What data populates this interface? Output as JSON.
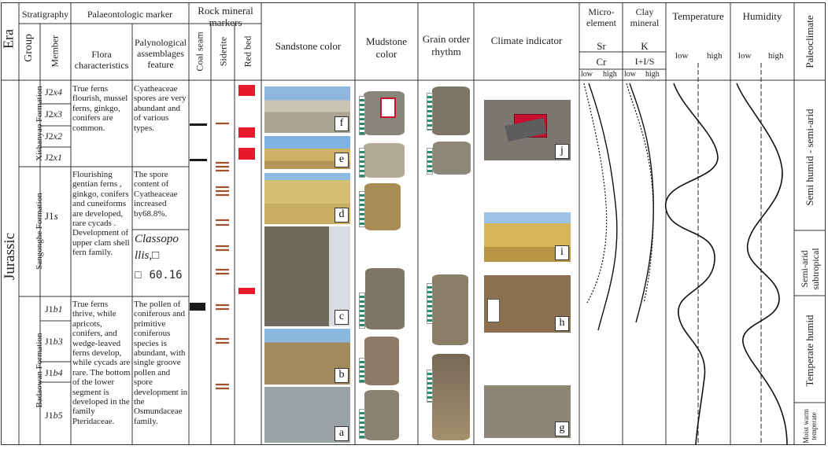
{
  "headers": {
    "era": "Era",
    "stratigraphy": "Stratigraphy",
    "group": "Group",
    "member": "Member",
    "palaeontologic_marker": "Palaeontologic marker",
    "flora": "Flora characteristics",
    "palynological": "Palynological assemblages feature",
    "rock_mineral_markers": "Rock mineral markers",
    "coal_seam": "Coal seam",
    "siderite": "Siderite",
    "red_bed": "Red bed",
    "sandstone_color": "Sandstone color",
    "mudstone_color": "Mudstone color",
    "grain_order": "Grain order rhythm",
    "climate_indicator": "Climate indicator",
    "microelement": "Micro-element",
    "sr": "Sr",
    "cr": "Cr",
    "clay_mineral": "Clay mineral",
    "k": "K",
    "illite_smectite": "I+I/S",
    "temperature": "Temperature",
    "humidity": "Humidity",
    "paleoclimate": "Paleoclimate",
    "low": "low",
    "high": "high"
  },
  "era_value": "Jurassic",
  "formations": {
    "xishanyao": "Xishanyao Formation",
    "sangonghe": "Sangonghe Formation",
    "badaowan": "Badaowan Formation"
  },
  "members": {
    "j2x4": "x4",
    "j2x3": "x3",
    "j2x2": "x2",
    "j2x1": "x1",
    "j1s": "s",
    "j1b1": "b1",
    "j1b3": "b3",
    "j1b4": "b4",
    "j1b5": "b5",
    "j2_prefix": "J2",
    "j1_prefix": "J1"
  },
  "flora": {
    "xishanyao": "True ferns flourish, mussel ferns, ginkgo, conifers are common.",
    "sangonghe": "Flourishing gentian ferns , ginkgo, conifers and cuneiforms are developed, rare cycads . Development of upper clam shell fern family.",
    "badaowan": "True ferns thrive, while apricots, conifers, and wedge-leaved ferns develop, while cycads are rare. The bottom of the lower segment is developed in the family Pteridaceae."
  },
  "palynology": {
    "xishanyao": "Cyatheaceae spores are very abundant and of various types.",
    "sangonghe": "The spore content of Cyatheaceae increased by68.8%.",
    "sangonghe_italic_1": "Classopo",
    "sangonghe_italic_2": "llis,",
    "sangonghe_box": "□",
    "sangonghe_num": "60.16",
    "badaowan": "The pollen of coniferous and primitive coniferous species is abundant, with single groove pollen and spore development in the Osmundaceae family."
  },
  "photo_labels": [
    "f",
    "e",
    "d",
    "c",
    "b",
    "a",
    "j",
    "i",
    "h",
    "g"
  ],
  "paleoclimate": {
    "semi_humid": "Semi humid - semi-arid",
    "semi_arid_subtropical": "Semi-arid subtropical",
    "temperate_humid": "Temperate humid",
    "moist_warm": "Moist warm temperate"
  },
  "colors": {
    "red_bed": "#e8192c",
    "siderite": "#a0522d",
    "coal": "#1a1a1a",
    "line": "#333333"
  }
}
